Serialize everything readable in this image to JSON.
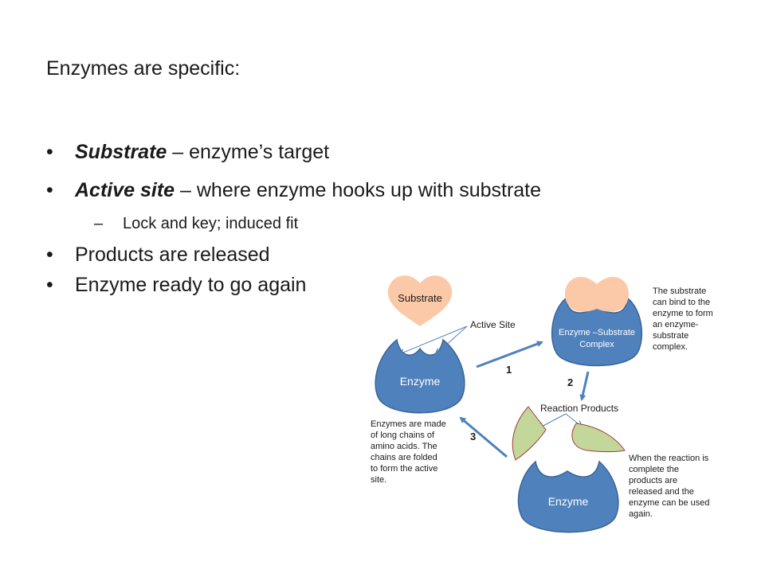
{
  "slide": {
    "title": "Enzymes are specific:",
    "bullets": [
      {
        "term": "Substrate",
        "text": " – enzyme’s target"
      },
      {
        "term": "Active site",
        "text": " – where enzyme hooks up with substrate"
      },
      {
        "term": "",
        "text": "Products are released"
      },
      {
        "term": "",
        "text": "Enzyme ready to go again"
      }
    ],
    "sub_bullet": {
      "dash": "–",
      "text": "Lock and key; induced fit"
    },
    "bullet_glyph": "•"
  },
  "diagram": {
    "substrate_label": "Substrate",
    "active_site_label": "Active Site",
    "enzyme_label_1": "Enzyme",
    "complex_label_line1": "Enzyme –Substrate",
    "complex_label_line2": "Complex",
    "reaction_products_label": "Reaction Products",
    "enzyme_label_2": "Enzyme",
    "step_1": "1",
    "step_2": "2",
    "step_3": "3",
    "note_complex": [
      "The substrate",
      "can bind to the",
      "enzyme to form",
      "an enzyme-",
      "substrate",
      "complex."
    ],
    "note_enzyme": [
      "Enzymes are made",
      "of long chains of",
      "amino acids.  The",
      "chains are folded",
      "to form the active",
      "site."
    ],
    "note_release": [
      "When the reaction is",
      "complete the",
      "products are",
      "released and the",
      "enzyme can be used",
      "again."
    ],
    "colors": {
      "enzyme_fill": "#4f81bd",
      "enzyme_stroke": "#3a6596",
      "substrate_fill": "#fbc9a7",
      "product_fill": "#c4d79b",
      "product_stroke": "#a13a3a",
      "arrow": "#4f81bd"
    }
  }
}
